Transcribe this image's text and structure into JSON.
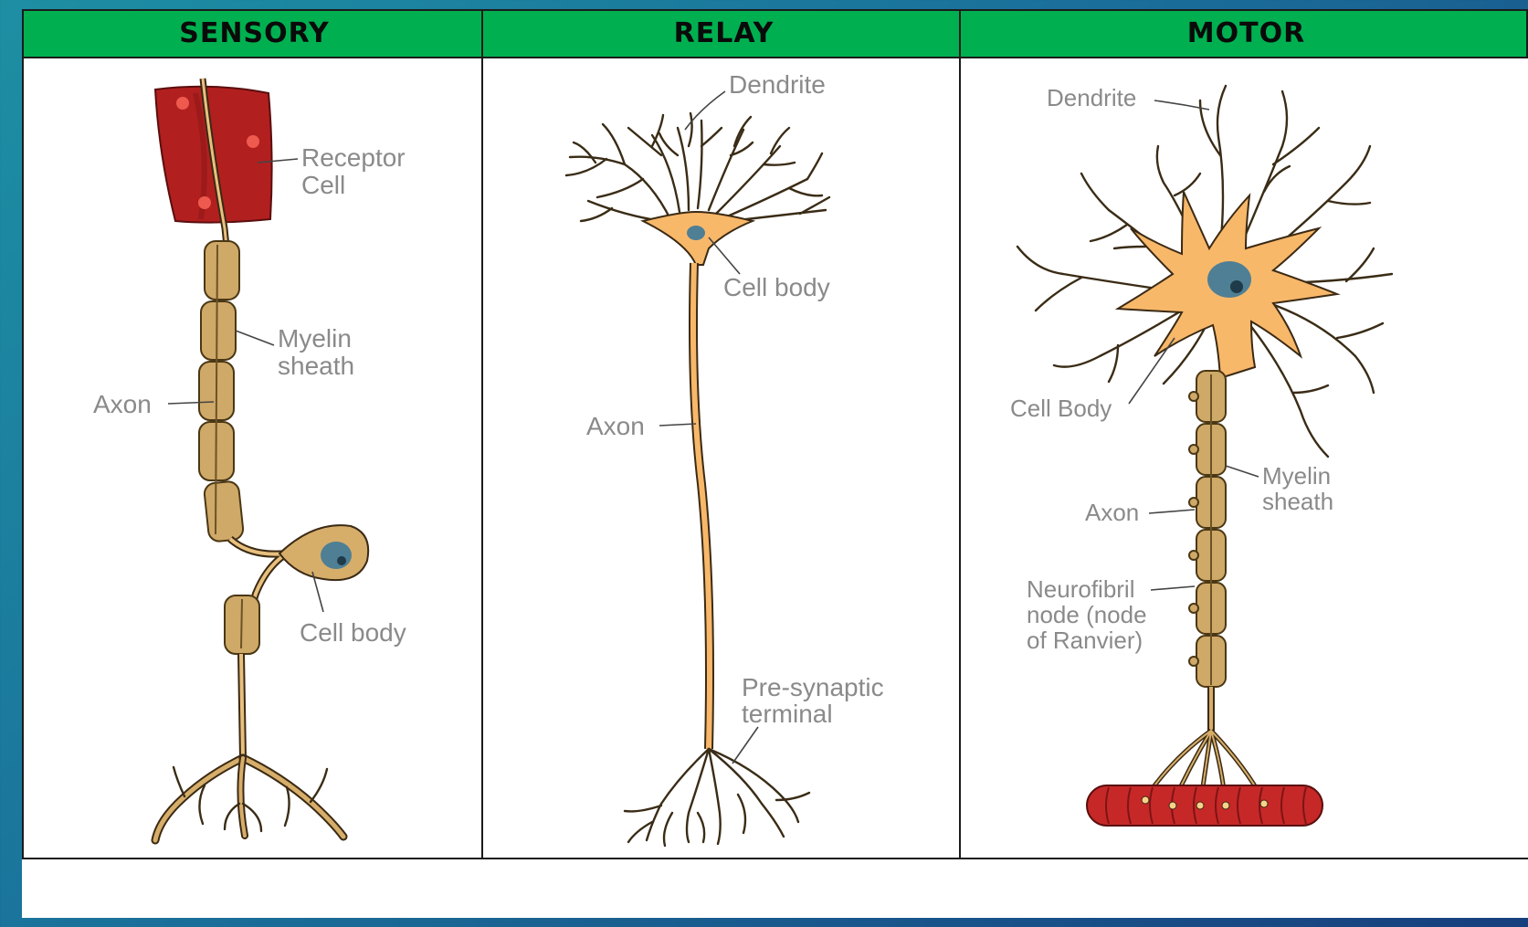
{
  "columns": {
    "sensory": "SENSORY",
    "relay": "RELAY",
    "motor": "MOTOR"
  },
  "sensory_labels": {
    "receptor_1": "Receptor",
    "receptor_2": "Cell",
    "myelin_1": "Myelin",
    "myelin_2": "sheath",
    "axon": "Axon",
    "cell_body": "Cell body"
  },
  "relay_labels": {
    "dendrite": "Dendrite",
    "cell_body": "Cell body",
    "axon": "Axon",
    "presynaptic_1": "Pre-synaptic",
    "presynaptic_2": "terminal"
  },
  "motor_labels": {
    "dendrite": "Dendrite",
    "cell_body": "Cell Body",
    "myelin_1": "Myelin",
    "myelin_2": "sheath",
    "axon": "Axon",
    "node_1": "Neurofibril",
    "node_2": "node (node",
    "node_3": "of Ranvier)"
  },
  "colors": {
    "header": "#00b050",
    "neuron": "#f8b86a",
    "myelin": "#cfa968",
    "nucleus": "#4e7f95",
    "receptor": "#b21f1f",
    "muscle": "#c62828"
  }
}
